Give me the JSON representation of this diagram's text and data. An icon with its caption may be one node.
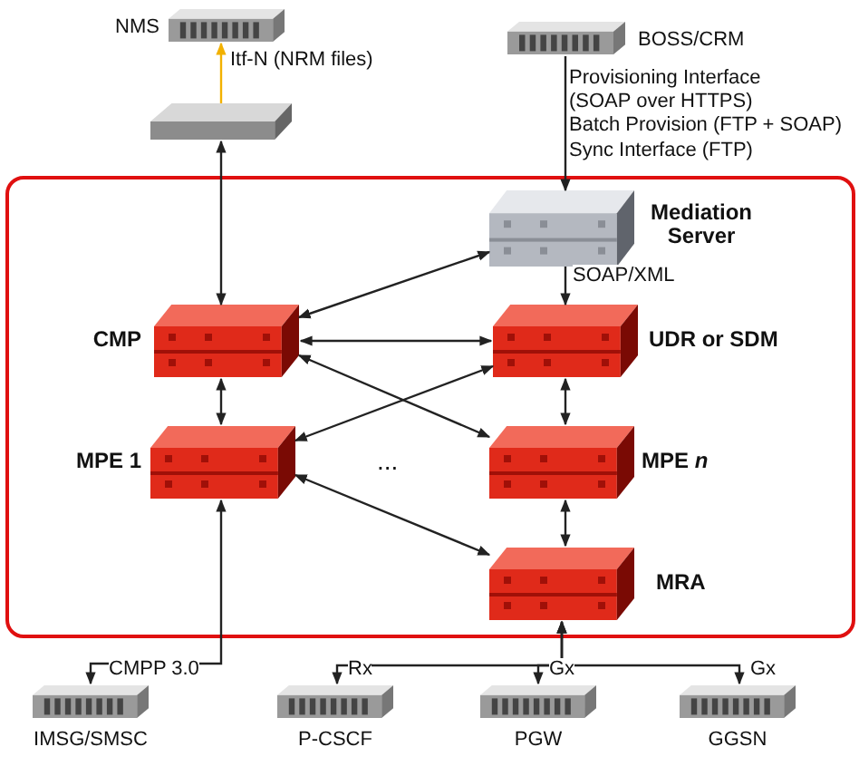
{
  "diagram": {
    "nodes": [
      {
        "text": [
          "NMS"
        ]
      },
      {
        "text": [],
        "shape": "box"
      },
      {
        "text": [
          "BOSS/CRM"
        ]
      },
      {
        "text": [],
        "shape": "box"
      },
      {
        "text": [
          "Mediation Server"
        ],
        "in": 3
      },
      {
        "text": [
          "CMP"
        ],
        "in": 3
      },
      {
        "text": [
          "UDR or SDM"
        ],
        "in": 3
      },
      {
        "text": [
          "MPE 1"
        ],
        "in": 3
      },
      {
        "text": [
          "MPE *n*"
        ],
        "in": 3
      },
      {
        "text": [
          "MRA"
        ],
        "in": 3
      },
      {
        "text": [
          "IMSG/SMSC"
        ]
      },
      {
        "text": [
          "P-CSCF"
        ]
      },
      {
        "text": [
          "PGW"
        ]
      },
      {
        "text": [
          "GGSN"
        ]
      }
    ],
    "edges": [
      {
        "from": 1,
        "to": 0,
        "arrow": "to",
        "label": "Itf-N (NRM files)",
        "color": "#f2b100"
      },
      {
        "from": 5,
        "to": 1,
        "arrow": "both"
      },
      {
        "from": 2,
        "to": 4,
        "arrow": "to",
        "label": "Provisioning Interface (SOAP over HTTPS)"
      },
      {
        "from": 4,
        "to": 5,
        "arrow": "both"
      },
      {
        "from": 4,
        "to": 6,
        "arrow": "to",
        "label": "SOAP/XML"
      },
      {
        "from": 5,
        "to": 6,
        "arrow": "both"
      },
      {
        "from": 5,
        "to": 8,
        "arrow": "both"
      },
      {
        "from": 6,
        "to": 7,
        "arrow": "both"
      },
      {
        "from": 5,
        "to": 7,
        "arrow": "both"
      },
      {
        "from": 6,
        "to": 8,
        "arrow": "both"
      },
      {
        "from": 7,
        "to": 9,
        "arrow": "both"
      },
      {
        "from": 8,
        "to": 9,
        "arrow": "both"
      },
      {
        "from": 7,
        "to": 10,
        "arrow": "both",
        "label": "CMPP 3.0"
      },
      {
        "from": 9,
        "to": 11,
        "arrow": "both",
        "label": "Rx"
      },
      {
        "from": 9,
        "to": 12,
        "arrow": "both",
        "label": "Gx"
      },
      {
        "from": 9,
        "to": 13,
        "arrow": "both",
        "label": "Gx"
      }
    ],
    "labels": [
      "Batch Provision (FTP + SOAP)",
      "Sync Interface (FTP)",
      "..."
    ]
  }
}
